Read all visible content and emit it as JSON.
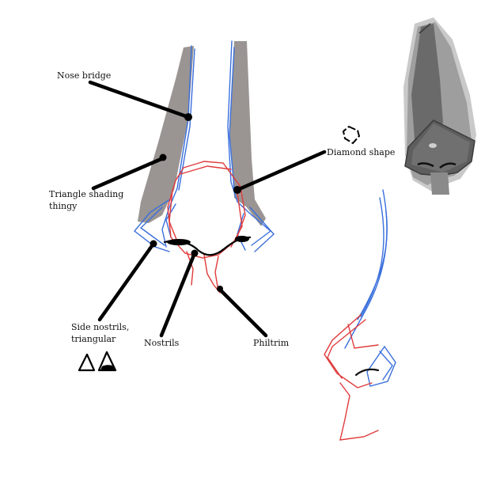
{
  "labels": {
    "nose_bridge": "Nose bridge",
    "triangle_shading": "Triangle shading thingy",
    "diamond_shape": "Diamond shape",
    "side_nostrils": "Side nostrils, triangular",
    "nostrils": "Nostrils",
    "philtrim": "Philtrim"
  },
  "colors": {
    "blue_sketch": "#3a6fdc",
    "red_sketch": "#e03a3a",
    "shading_gray": "#9a9593",
    "pointer_black": "#000000",
    "background": "#ffffff"
  }
}
